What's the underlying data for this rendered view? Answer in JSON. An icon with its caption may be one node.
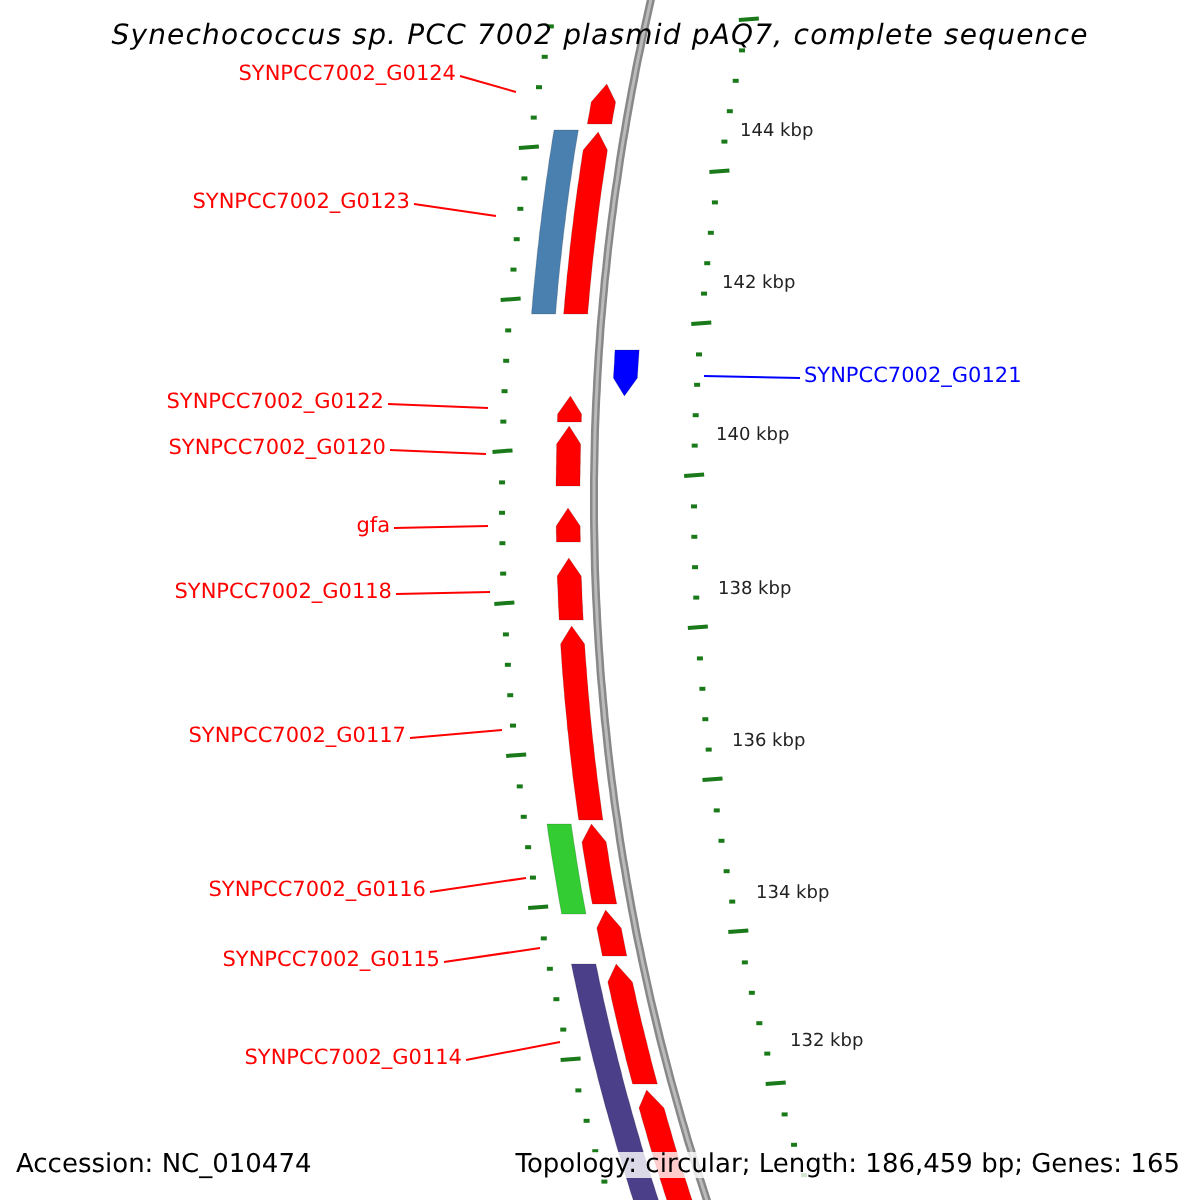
{
  "diagram": {
    "title": "Synechococcus sp. PCC 7002 plasmid pAQ7, complete sequence",
    "nodes": [
      {
        "text": [
          "SYNPCC7002_G0124"
        ]
      },
      {
        "text": [
          "SYNPCC7002_G0123"
        ]
      },
      {
        "text": [
          "SYNPCC7002_G0121"
        ]
      },
      {
        "text": [
          "SYNPCC7002_G0122"
        ]
      },
      {
        "text": [
          "SYNPCC7002_G0120"
        ]
      },
      {
        "text": [
          "gfa"
        ]
      },
      {
        "text": [
          "SYNPCC7002_G0118"
        ]
      },
      {
        "text": [
          "SYNPCC7002_G0117"
        ]
      },
      {
        "text": [
          "SYNPCC7002_G0116"
        ]
      },
      {
        "text": [
          "SYNPCC7002_G0115"
        ]
      },
      {
        "text": [
          "SYNPCC7002_G0114"
        ]
      }
    ],
    "edges": [
      {
        "from": 0,
        "to": null,
        "arrow": "none"
      },
      {
        "from": 1,
        "to": null,
        "arrow": "none"
      },
      {
        "from": 2,
        "to": null,
        "arrow": "none",
        "color": "#0000ff"
      },
      {
        "from": 3,
        "to": null,
        "arrow": "none"
      },
      {
        "from": 4,
        "to": null,
        "arrow": "none"
      },
      {
        "from": 5,
        "to": null,
        "arrow": "none"
      },
      {
        "from": 6,
        "to": null,
        "arrow": "none"
      },
      {
        "from": 7,
        "to": null,
        "arrow": "none"
      },
      {
        "from": 8,
        "to": null,
        "arrow": "none"
      },
      {
        "from": 9,
        "to": null,
        "arrow": "none"
      },
      {
        "from": 10,
        "to": null,
        "arrow": "none"
      }
    ],
    "labels": [
      "144 kbp",
      "142 kbp",
      "140 kbp",
      "138 kbp",
      "136 kbp",
      "134 kbp",
      "132 kbp",
      "Accession: NC_010474",
      "Topology: circular; Length: 186,459 bp; Genes: 165"
    ]
  }
}
